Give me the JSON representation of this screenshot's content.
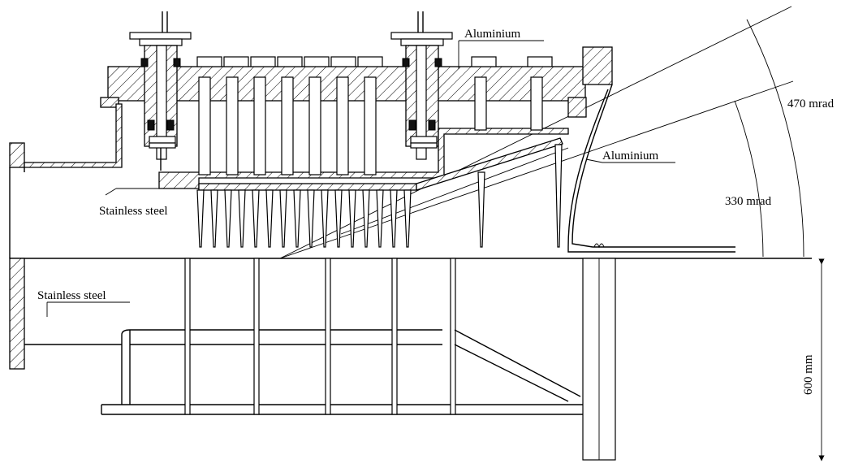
{
  "labels": {
    "aluminium_top": "Aluminium",
    "aluminium_mid": "Aluminium",
    "stainless_upper": "Stainless steel",
    "stainless_lower": "Stainless steel",
    "angle_outer": "470 mrad",
    "angle_inner": "330 mrad",
    "height_dim": "600 mm"
  },
  "colors": {
    "line": "#000000",
    "background": "#ffffff"
  }
}
